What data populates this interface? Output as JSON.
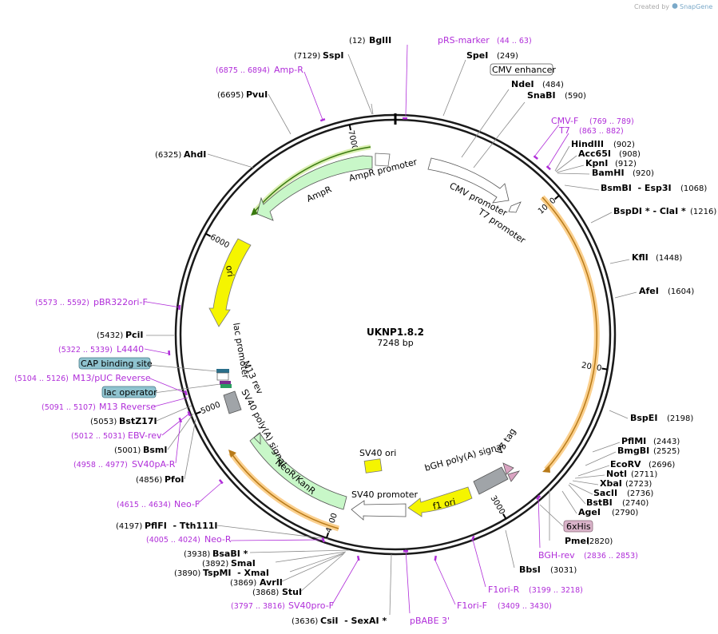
{
  "credit": {
    "prefix": "Created by",
    "brand": "SnapGene"
  },
  "plasmid": {
    "name": "UKNP1.8.2",
    "length_label": "7248 bp",
    "length": 7248
  },
  "ticks": [
    {
      "pos": 1000,
      "label": "1000"
    },
    {
      "pos": 2000,
      "label": "2000"
    },
    {
      "pos": 3000,
      "label": "3000"
    },
    {
      "pos": 4000,
      "label": "4000"
    },
    {
      "pos": 5000,
      "label": "5000"
    },
    {
      "pos": 6000,
      "label": "6000"
    },
    {
      "pos": 7000,
      "label": "7000"
    }
  ],
  "enzymes": [
    {
      "name": "BglII",
      "pos": "(12)"
    },
    {
      "name": "SpeI",
      "pos": "(249)"
    },
    {
      "name": "NdeI",
      "pos": "(484)"
    },
    {
      "name": "SnaBI",
      "pos": "(590)"
    },
    {
      "name": "HindIII",
      "pos": "(902)"
    },
    {
      "name": "Acc65I",
      "pos": "(908)"
    },
    {
      "name": "KpnI",
      "pos": "(912)"
    },
    {
      "name": "BamHI",
      "pos": "(920)"
    },
    {
      "name": "BsmBI  - Esp3I",
      "pos": "(1068)"
    },
    {
      "name": "BspDI * - ClaI *",
      "pos": "(1216)"
    },
    {
      "name": "KflI",
      "pos": "(1448)"
    },
    {
      "name": "AfeI",
      "pos": "(1604)"
    },
    {
      "name": "BspEI",
      "pos": "(2198)"
    },
    {
      "name": "PflMI",
      "pos": "(2443)"
    },
    {
      "name": "BmgBI",
      "pos": "(2525)"
    },
    {
      "name": "EcoRV",
      "pos": "(2696)"
    },
    {
      "name": "NotI",
      "pos": "(2711)"
    },
    {
      "name": "XbaI",
      "pos": "(2723)"
    },
    {
      "name": "SacII",
      "pos": "(2736)"
    },
    {
      "name": "BstBI",
      "pos": "(2740)"
    },
    {
      "name": "AgeI",
      "pos": "(2790)"
    },
    {
      "name": "PmeI",
      "pos": "(2820)"
    },
    {
      "name": "BbsI",
      "pos": "(3031)"
    },
    {
      "name": "CsiI  - SexAI *",
      "pos": "(3636)"
    },
    {
      "name": "StuI",
      "pos": "(3868)"
    },
    {
      "name": "AvrII",
      "pos": "(3869)"
    },
    {
      "name": "TspMI  - XmaI",
      "pos": "(3890)"
    },
    {
      "name": "SmaI",
      "pos": "(3892)"
    },
    {
      "name": "BsaBI *",
      "pos": "(3938)"
    },
    {
      "name": "PflFI  - Tth111I",
      "pos": "(4197)"
    },
    {
      "name": "PfoI",
      "pos": "(4856)"
    },
    {
      "name": "BsmI",
      "pos": "(5001)"
    },
    {
      "name": "BstZ17I",
      "pos": "(5053)"
    },
    {
      "name": "PciI",
      "pos": "(5432)"
    },
    {
      "name": "AhdI",
      "pos": "(6325)"
    },
    {
      "name": "PvuI",
      "pos": "(6695)"
    },
    {
      "name": "SspI",
      "pos": "(7129)"
    }
  ],
  "primers": [
    {
      "name": "pRS-marker",
      "range": "(44 .. 63)"
    },
    {
      "name": "CMV-F",
      "range": "(769 .. 789)"
    },
    {
      "name": "T7",
      "range": "(863 .. 882)"
    },
    {
      "name": "BGH-rev",
      "range": "(2836 .. 2853)"
    },
    {
      "name": "F1ori-R",
      "range": "(3199 .. 3218)"
    },
    {
      "name": "F1ori-F",
      "range": "(3409 .. 3430)"
    },
    {
      "name": "pBABE 3'",
      "range": ""
    },
    {
      "name": "SV40pro-F",
      "range": "(3797 .. 3816)"
    },
    {
      "name": "Neo-R",
      "range": "(4005 .. 4024)"
    },
    {
      "name": "Neo-F",
      "range": "(4615 .. 4634)"
    },
    {
      "name": "SV40pA-R",
      "range": "(4958 .. 4977)"
    },
    {
      "name": "EBV-rev",
      "range": "(5012 .. 5031)"
    },
    {
      "name": "M13 Reverse",
      "range": "(5091 .. 5107)"
    },
    {
      "name": "M13/pUC Reverse",
      "range": "(5104 .. 5126)"
    },
    {
      "name": "L4440",
      "range": "(5322 .. 5339)"
    },
    {
      "name": "pBR322ori-F",
      "range": "(5573 .. 5592)"
    },
    {
      "name": "Amp-R",
      "range": "(6875 .. 6894)"
    }
  ],
  "boxed_labels": [
    {
      "name": "CMV enhancer",
      "fill": "#ffffff"
    },
    {
      "name": "6xHis",
      "fill": "#d9b3c9"
    },
    {
      "name": "CAP binding site",
      "fill": "#8fc3cf"
    },
    {
      "name": "lac operator",
      "fill": "#8fc3cf"
    }
  ],
  "features": [
    {
      "name": "AmpR promoter",
      "color": "#ffffff"
    },
    {
      "name": "AmpR",
      "color": "#c8f7c8"
    },
    {
      "name": "CMV promoter",
      "color": "#ffffff"
    },
    {
      "name": "T7 promoter",
      "color": "#ffffff"
    },
    {
      "name": "ori",
      "color": "#f5f500"
    },
    {
      "name": "lac promoter",
      "color": "#ffffff"
    },
    {
      "name": "M13 rev",
      "color": "#ffffff"
    },
    {
      "name": "SV40 poly(A) signal",
      "color": "#a0a4a8"
    },
    {
      "name": "NeoR/KanR",
      "color": "#c8f7c8"
    },
    {
      "name": "SV40 ori",
      "color": "#f5f500"
    },
    {
      "name": "SV40 promoter",
      "color": "#ffffff"
    },
    {
      "name": "bGH poly(A) signal",
      "color": "#a0a4a8"
    },
    {
      "name": "f1 ori",
      "color": "#f5f500"
    },
    {
      "name": "V5 tag",
      "color": "#d9a3c1"
    }
  ],
  "colors": {
    "backbone": "#1a1a1a",
    "orf": "#f0a030",
    "primer": "#b02ed9",
    "leader": "#8a8a8a"
  }
}
